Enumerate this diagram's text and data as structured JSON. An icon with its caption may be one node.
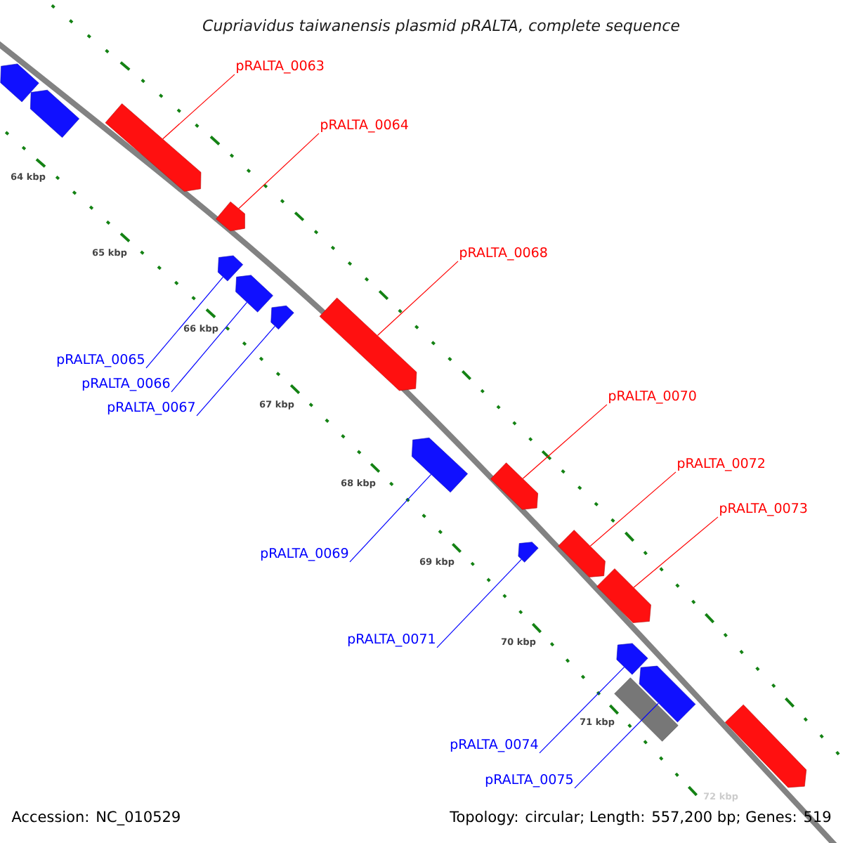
{
  "diagram": {
    "title": "Cupriavidus taiwanensis plasmid pRALTA, complete sequence",
    "nodes": [
      {
        "text": [
          "pRALTA_0063"
        ]
      },
      {
        "text": [
          "pRALTA_0064"
        ]
      },
      {
        "text": [
          "pRALTA_0068"
        ]
      },
      {
        "text": [
          "pRALTA_0070"
        ]
      },
      {
        "text": [
          "pRALTA_0072"
        ]
      },
      {
        "text": [
          "pRALTA_0073"
        ]
      },
      {
        "text": [
          "pRALTA_0065"
        ]
      },
      {
        "text": [
          "pRALTA_0066"
        ]
      },
      {
        "text": [
          "pRALTA_0067"
        ]
      },
      {
        "text": [
          "pRALTA_0069"
        ]
      },
      {
        "text": [
          "pRALTA_0071"
        ]
      },
      {
        "text": [
          "pRALTA_0074"
        ]
      },
      {
        "text": [
          "pRALTA_0075"
        ]
      },
      {
        "text": [],
        "shape": "pentagon"
      },
      {
        "text": [],
        "shape": "pentagon"
      },
      {
        "text": [],
        "shape": "pentagon"
      },
      {
        "text": [],
        "shape": "pentagon"
      },
      {
        "text": [],
        "shape": "pentagon"
      },
      {
        "text": [],
        "shape": "pentagon"
      },
      {
        "text": [],
        "shape": "pentagon"
      },
      {
        "text": [],
        "shape": "pentagon"
      },
      {
        "text": [],
        "shape": "pentagon"
      },
      {
        "text": [],
        "shape": "pentagon"
      },
      {
        "text": [],
        "shape": "pentagon"
      },
      {
        "text": [],
        "shape": "pentagon"
      },
      {
        "text": [],
        "shape": "pentagon"
      },
      {
        "text": [],
        "shape": "pentagon"
      },
      {
        "text": [],
        "shape": "pentagon"
      },
      {
        "text": [],
        "shape": "bar"
      },
      {
        "text": [],
        "shape": "pentagon"
      }
    ],
    "edges": [
      {
        "from": 0,
        "to": 15,
        "arrow": "none",
        "color": "#ff0000"
      },
      {
        "from": 1,
        "to": 16,
        "arrow": "none",
        "color": "#ff0000"
      },
      {
        "from": 2,
        "to": 20,
        "arrow": "none",
        "color": "#ff0000"
      },
      {
        "from": 3,
        "to": 22,
        "arrow": "none",
        "color": "#ff0000"
      },
      {
        "from": 4,
        "to": 24,
        "arrow": "none",
        "color": "#ff0000"
      },
      {
        "from": 5,
        "to": 25,
        "arrow": "none",
        "color": "#ff0000"
      },
      {
        "from": 6,
        "to": 17,
        "arrow": "none"
      },
      {
        "from": 7,
        "to": 18,
        "arrow": "none"
      },
      {
        "from": 8,
        "to": 19,
        "arrow": "none"
      },
      {
        "from": 9,
        "to": 21,
        "arrow": "none"
      },
      {
        "from": 10,
        "to": 23,
        "arrow": "none"
      },
      {
        "from": 11,
        "to": 26,
        "arrow": "none"
      },
      {
        "from": 12,
        "to": 27,
        "arrow": "none"
      }
    ],
    "labels": [
      "64 kbp",
      "65 kbp",
      "66 kbp",
      "67 kbp",
      "68 kbp",
      "69 kbp",
      "70 kbp",
      "71 kbp",
      "72 kbp",
      "Accession: NC_010529",
      "Topology: circular; Length: 557,200 bp; Genes: 519"
    ]
  }
}
